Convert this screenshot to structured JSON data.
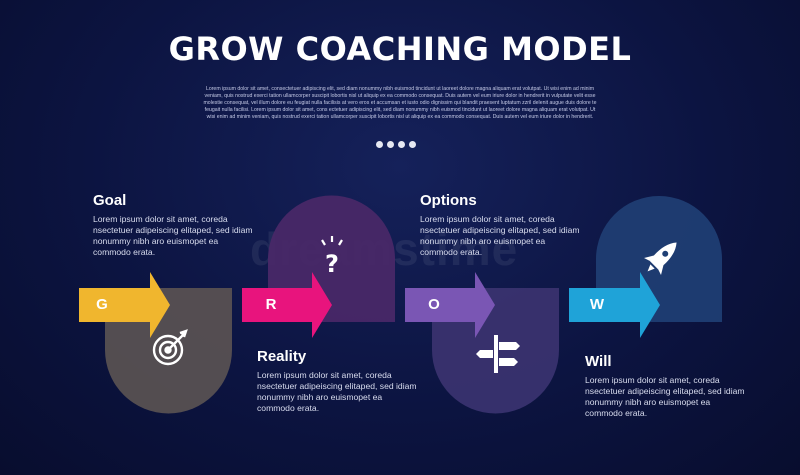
{
  "title": "GROW COACHING MODEL",
  "subtitle": "Lorem ipsum dolor sit amet, consectetuer adipiscing elit, sed diam nonummy nibh euismod tincidunt ut laoreet dolore magna aliquam erat volutpat. Ut wisi enim ad minim veniam, quis nostrud exerci tation ullamcorper suscipit lobortis nisl ut aliquip ex ea commodo consequat. Duis autem vel eum iriure dolor in hendrerit in vulputate velit esse molestie consequat, vel illum dolore eu feugiat nulla facilisis at vero eros et accumsan et iusto odio dignissim qui blandit praesent luptatum zzril delenit augue duis dolore te feugait nulla facilisi. Lorem ipsum dolor sit amet, cons ectetuer adipiscing elit, sed diam nonummy nibh euismod tincidunt ut laoreet dolore magna aliquam erat volutpat. Ut wisi enim ad minim veniam, quis nostrud exerci tation ullamcorper suscipit lobortis nisl ut aliquip ex ea commodo consequat. Duis autem vel eum iriure dolor in hendrerit.",
  "watermark": "dreamstime",
  "steps": [
    {
      "letter": "G",
      "title": "Goal",
      "description": "Lorem ipsum dolor sit amet, coreda nsectetuer adipeiscing elitaped, sed idiam nonummy nibh aro euismopet ea commodo erata.",
      "icon": "target-icon",
      "arrow_color": "#f0b62e",
      "shape_color": "#5a5353"
    },
    {
      "letter": "R",
      "title": "Reality",
      "description": "Lorem ipsum dolor sit amet, coreda nsectetuer adipeiscing elitaped, sed idiam nonummy nibh aro euismopet ea commodo erata.",
      "icon": "question-idea-icon",
      "arrow_color": "#e8147d",
      "shape_color": "#4a2868"
    },
    {
      "letter": "O",
      "title": "Options",
      "description": "Lorem ipsum dolor sit amet, coreda nsectetuer adipeiscing elitaped, sed idiam nonummy nibh aro euismopet ea commodo erata.",
      "icon": "signpost-icon",
      "arrow_color": "#7a56b4",
      "shape_color": "#3b3370"
    },
    {
      "letter": "W",
      "title": "Will",
      "description": "Lorem ipsum dolor sit amet, coreda nsectetuer adipeiscing elitaped, sed idiam nonummy nibh aro euismopet ea commodo erata.",
      "icon": "rocket-icon",
      "arrow_color": "#1fa3d8",
      "shape_color": "#1f3f74"
    }
  ]
}
